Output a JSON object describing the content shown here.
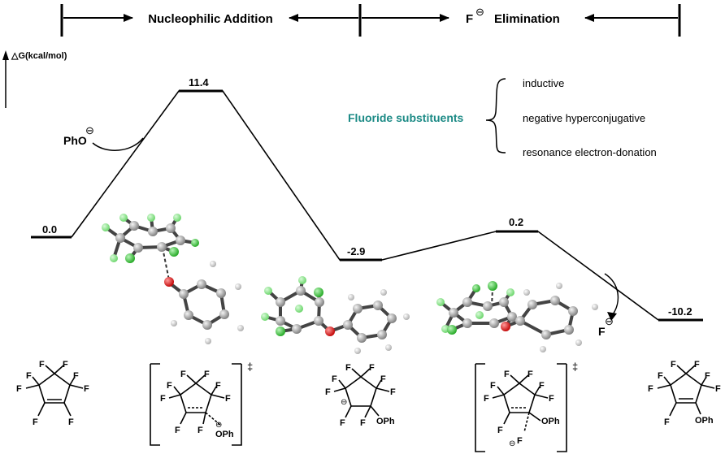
{
  "header": {
    "phase1": "Nucleophilic Addition",
    "phase2_prefix": "F",
    "phase2_charge": "⊖",
    "phase2": "Elimination"
  },
  "axis": {
    "label": "△G(kcal/mol)"
  },
  "energies": {
    "reactant": "0.0",
    "ts1": "11.4",
    "intermediate": "-2.9",
    "ts2": "0.2",
    "product": "-10.2"
  },
  "nucleophile": {
    "label": "PhO",
    "charge": "⊖"
  },
  "leaving_group": {
    "label": "F",
    "charge": "⊖"
  },
  "substituent_effects": {
    "title": "Fluoride substituents",
    "items": [
      "inductive",
      "negative hyperconjugative",
      "resonance electron-donation"
    ]
  },
  "structures": {
    "F": "F",
    "OPh": "OPh",
    "dagger": "‡",
    "minus": "⊖"
  },
  "colors": {
    "title_teal": "#1b8a85",
    "fluorine_green": "#3cc83c",
    "oxygen_red": "#dd1a1a",
    "carbon_grey": "#9a9a9a"
  }
}
